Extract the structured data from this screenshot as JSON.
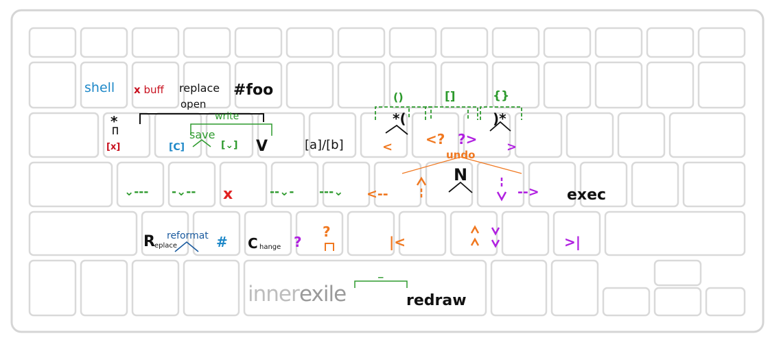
{
  "labels": {
    "shell": "shell",
    "x_buff": "x buff",
    "replace": "replace",
    "open": "open",
    "hash_foo": "#foo",
    "bracket_x": "[x]",
    "bracket_c": "[C]",
    "bracket_v": "[⌄]",
    "big_v": "V",
    "ab": "[a]/[b]",
    "write": "write",
    "save": "save",
    "parens": "()",
    "brackets": "[]",
    "braces": "{}",
    "lt": "<",
    "lt_q": "<?",
    "q_gt": "?>",
    "gt": ">",
    "undo": "undo",
    "big_n": "N",
    "dash1": "⌄---",
    "dash2": "-⌄--",
    "x_red": "x",
    "dash3": "--⌄-",
    "dash4": "---⌄",
    "left_arrow": "<--",
    "right_arrow": "-->",
    "exec": "exec",
    "big_r": "R",
    "eplace": "eplace",
    "reformat": "reformat",
    "hash_blue": "#",
    "big_c": "C",
    "hange": "hange",
    "q_purple": "?",
    "q_orange": "?",
    "bol": "|<",
    "eol": ">|",
    "inner": "inner",
    "exile": "exile",
    "redraw": "redraw",
    "underscore": "_"
  },
  "colors": {
    "green": "#2d9a2d",
    "orange": "#f07820",
    "purple": "#b020e0",
    "blue": "#1e88c8",
    "red": "#e02020",
    "key_border": "#d9d9d9"
  }
}
